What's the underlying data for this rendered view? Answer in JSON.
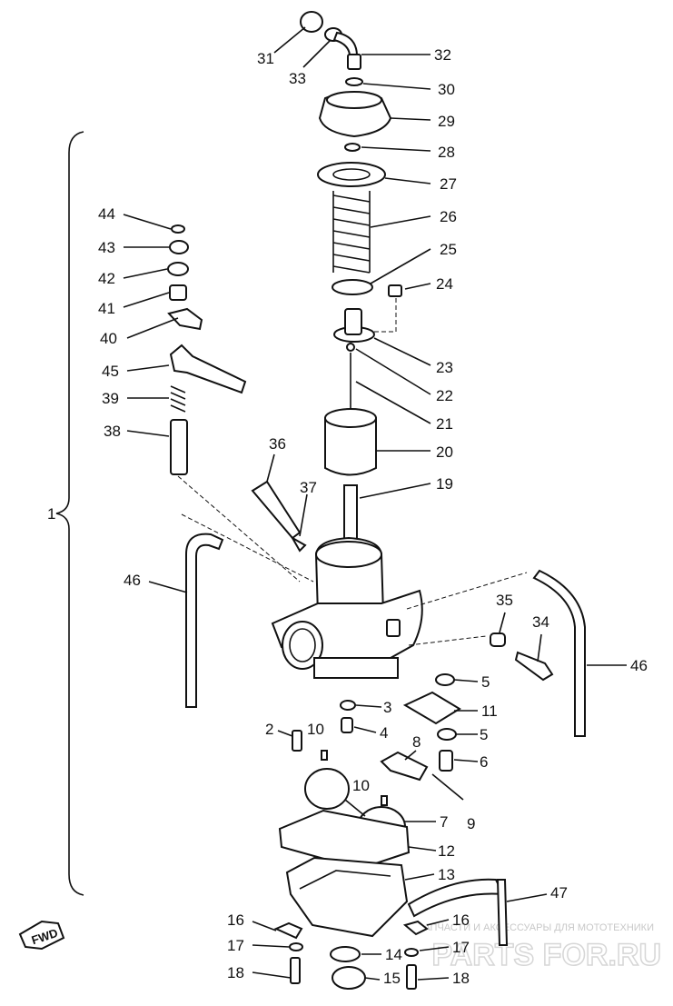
{
  "assembly_label": "1",
  "direction_label": "FWD",
  "callouts": [
    {
      "id": "31",
      "text": "31"
    },
    {
      "id": "33",
      "text": "33"
    },
    {
      "id": "32",
      "text": "32"
    },
    {
      "id": "30",
      "text": "30"
    },
    {
      "id": "29",
      "text": "29"
    },
    {
      "id": "28",
      "text": "28"
    },
    {
      "id": "27",
      "text": "27"
    },
    {
      "id": "26",
      "text": "26"
    },
    {
      "id": "25",
      "text": "25"
    },
    {
      "id": "24",
      "text": "24"
    },
    {
      "id": "23",
      "text": "23"
    },
    {
      "id": "22",
      "text": "22"
    },
    {
      "id": "21",
      "text": "21"
    },
    {
      "id": "20",
      "text": "20"
    },
    {
      "id": "19",
      "text": "19"
    },
    {
      "id": "44",
      "text": "44"
    },
    {
      "id": "43",
      "text": "43"
    },
    {
      "id": "42",
      "text": "42"
    },
    {
      "id": "41",
      "text": "41"
    },
    {
      "id": "40",
      "text": "40"
    },
    {
      "id": "45",
      "text": "45"
    },
    {
      "id": "39",
      "text": "39"
    },
    {
      "id": "38",
      "text": "38"
    },
    {
      "id": "36",
      "text": "36"
    },
    {
      "id": "37",
      "text": "37"
    },
    {
      "id": "46a",
      "text": "46"
    },
    {
      "id": "46b",
      "text": "46"
    },
    {
      "id": "35",
      "text": "35"
    },
    {
      "id": "34",
      "text": "34"
    },
    {
      "id": "5a",
      "text": "5"
    },
    {
      "id": "3",
      "text": "3"
    },
    {
      "id": "11",
      "text": "11"
    },
    {
      "id": "2",
      "text": "2"
    },
    {
      "id": "10a",
      "text": "10"
    },
    {
      "id": "4",
      "text": "4"
    },
    {
      "id": "5b",
      "text": "5"
    },
    {
      "id": "8",
      "text": "8"
    },
    {
      "id": "6",
      "text": "6"
    },
    {
      "id": "10b",
      "text": "10"
    },
    {
      "id": "7",
      "text": "7"
    },
    {
      "id": "9",
      "text": "9"
    },
    {
      "id": "12",
      "text": "12"
    },
    {
      "id": "13",
      "text": "13"
    },
    {
      "id": "47",
      "text": "47"
    },
    {
      "id": "16a",
      "text": "16"
    },
    {
      "id": "16b",
      "text": "16"
    },
    {
      "id": "17a",
      "text": "17"
    },
    {
      "id": "14",
      "text": "14"
    },
    {
      "id": "17b",
      "text": "17"
    },
    {
      "id": "18a",
      "text": "18"
    },
    {
      "id": "15",
      "text": "15"
    },
    {
      "id": "18b",
      "text": "18"
    }
  ],
  "watermark": {
    "text": "ЗАПЧАСТИ И АКСЕССУАРЫ ДЛЯ МОТОТЕХНИКИ",
    "logo": "PARTS FOR.RU"
  }
}
